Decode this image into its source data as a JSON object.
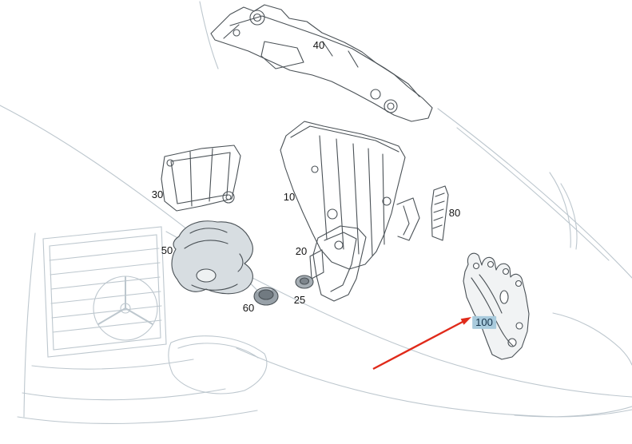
{
  "diagram": {
    "parts": [
      {
        "id": "40"
      },
      {
        "id": "30"
      },
      {
        "id": "10"
      },
      {
        "id": "80"
      },
      {
        "id": "50"
      },
      {
        "id": "20"
      },
      {
        "id": "60"
      },
      {
        "id": "25"
      },
      {
        "id": "100",
        "highlighted": true
      }
    ],
    "highlighted_part": "100",
    "colors": {
      "highlight_bg": "#a9cbdd",
      "arrow_red": "#e02a1a"
    }
  }
}
